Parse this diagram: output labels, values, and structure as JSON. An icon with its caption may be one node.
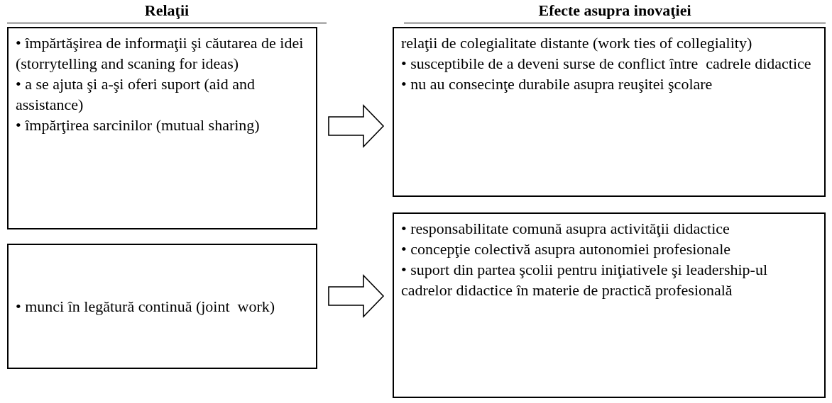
{
  "diagram": {
    "nodes": [
      {
        "text": [
          "• împărtăşirea de informaţii şi căutarea de idei (storrytelling and scaning for ideas)",
          "• a se ajuta şi a-şi oferi suport (aid and assistance)",
          "• împărţirea sarcinilor (mutual sharing)"
        ]
      },
      {
        "text": [
          "relaţii de colegialitate distante (work ties of collegiality)",
          "• susceptibile de a deveni surse de conflict între  cadrele didactice",
          "• nu au consecinţe durabile asupra reuşitei şcolare"
        ]
      },
      {
        "text": [
          "• munci în legătură continuă (joint  work)"
        ]
      },
      {
        "text": [
          "• responsabilitate comună asupra activităţii didactice",
          "• concepţie colectivă asupra autonomiei profesionale",
          "• suport din partea şcolii pentru iniţiativele şi leadership-ul cadrelor didactice în materie de practică profesională"
        ]
      }
    ],
    "edges": [
      {
        "from": 0,
        "to": 1,
        "arrow": "to"
      },
      {
        "from": 2,
        "to": 3,
        "arrow": "to"
      }
    ],
    "labels": [
      "Relaţii",
      "Efecte asupra inovaţiei"
    ]
  }
}
